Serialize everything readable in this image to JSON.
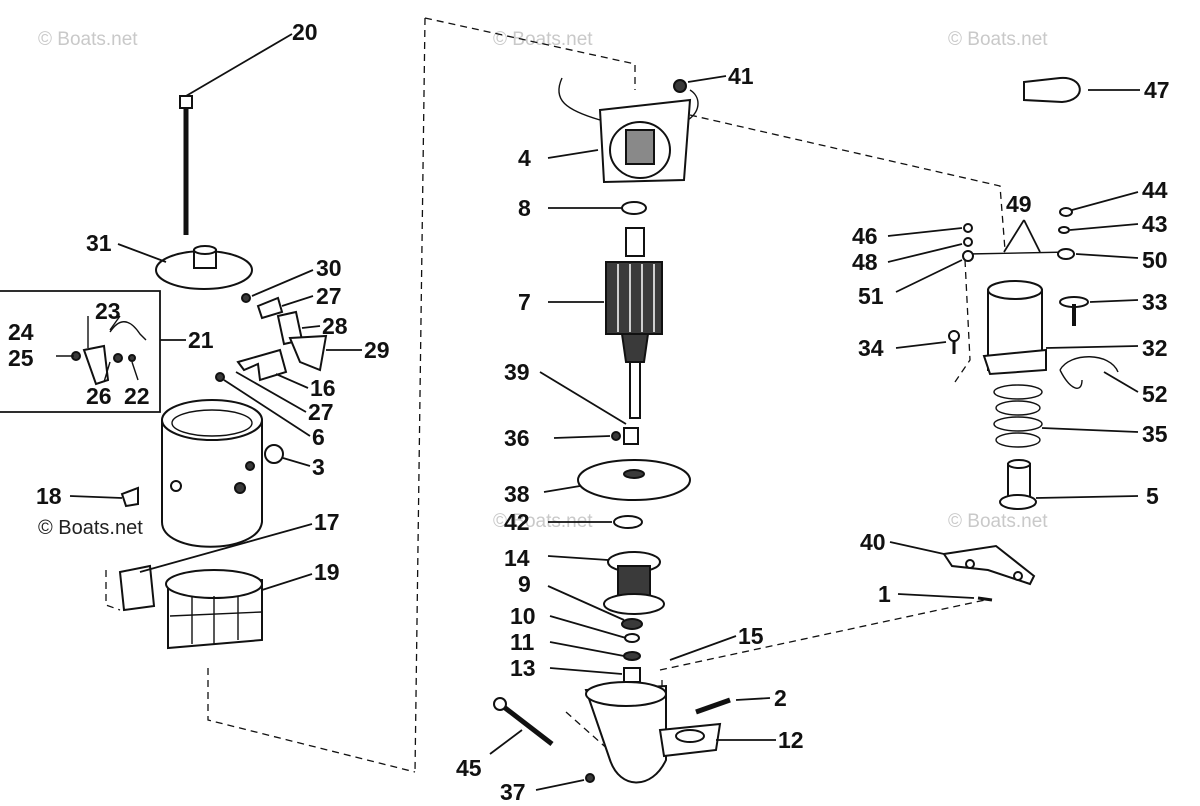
{
  "watermarks": {
    "w1": "© Boats.net",
    "w2": "© Boats.net",
    "w3": "© Boats.net",
    "w4": "© Boats.net",
    "w5": "© Boats.net",
    "w6": "© Boats.net"
  },
  "callouts": {
    "c1": "1",
    "c2": "2",
    "c3": "3",
    "c4": "4",
    "c5": "5",
    "c6": "6",
    "c7": "7",
    "c8": "8",
    "c9": "9",
    "c10": "10",
    "c11": "11",
    "c12": "12",
    "c13": "13",
    "c14": "14",
    "c15": "15",
    "c16": "16",
    "c17": "17",
    "c18": "18",
    "c19": "19",
    "c20": "20",
    "c21": "21",
    "c22": "22",
    "c23": "23",
    "c24": "24",
    "c25": "25",
    "c26": "26",
    "c27a": "27",
    "c27b": "27",
    "c28": "28",
    "c29": "29",
    "c30": "30",
    "c31": "31",
    "c32": "32",
    "c33": "33",
    "c34": "34",
    "c35": "35",
    "c36": "36",
    "c37": "37",
    "c38": "38",
    "c39": "39",
    "c40": "40",
    "c41": "41",
    "c42": "42",
    "c43": "43",
    "c44": "44",
    "c45": "45",
    "c46": "46",
    "c47": "47",
    "c48": "48",
    "c49": "49",
    "c50": "50",
    "c51": "51",
    "c52": "52"
  }
}
